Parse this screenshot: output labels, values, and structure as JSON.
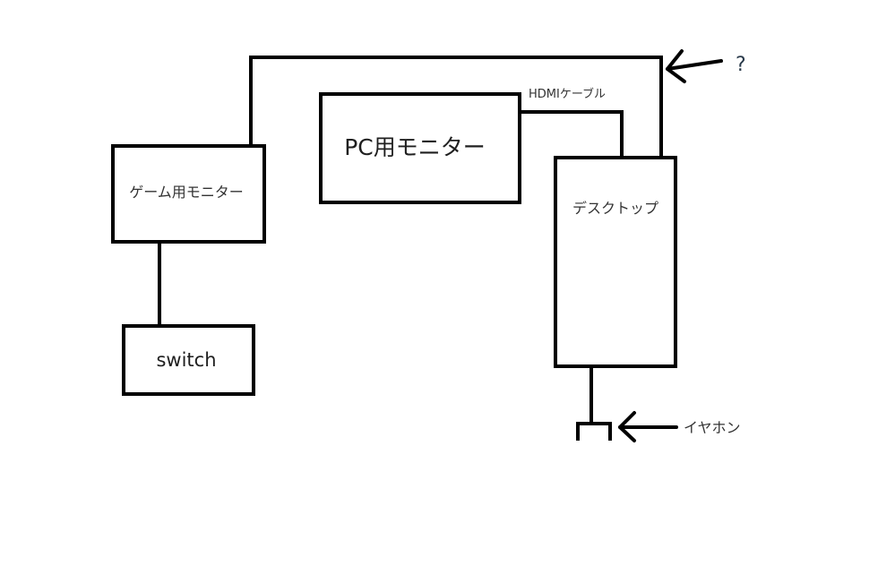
{
  "diagram": {
    "nodes": {
      "game_monitor": {
        "label": "ゲーム用モニター"
      },
      "switch": {
        "label": "switch"
      },
      "pc_monitor": {
        "label": "PC用モニター"
      },
      "desktop": {
        "label": "デスクトップ"
      }
    },
    "connections": {
      "hdmi": {
        "label": "HDMIケーブル",
        "from": "PC用モニター",
        "to": "デスクトップ"
      },
      "unknown": {
        "label": "?",
        "from": "ゲーム用モニター",
        "to": "デスクトップ"
      },
      "game_to_switch": {
        "label": "",
        "from": "ゲーム用モニター",
        "to": "switch"
      },
      "earphone": {
        "label": "イヤホン",
        "from": "デスクトップ",
        "to": "イヤホン"
      }
    },
    "colors": {
      "stroke": "#000000",
      "background": "#ffffff",
      "text": "#333333"
    }
  }
}
